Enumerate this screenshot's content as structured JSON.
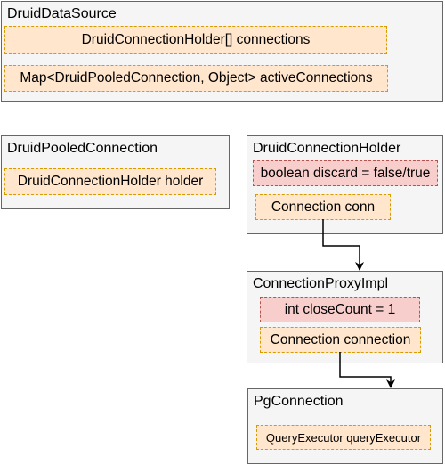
{
  "diagram": {
    "druid_data_source": {
      "title": "DruidDataSource",
      "fields": [
        "DruidConnectionHolder[] connections",
        "Map<DruidPooledConnection, Object> activeConnections"
      ]
    },
    "druid_pooled_connection": {
      "title": "DruidPooledConnection",
      "fields": [
        "DruidConnectionHolder holder"
      ]
    },
    "druid_connection_holder": {
      "title": "DruidConnectionHolder",
      "fields": [
        "boolean discard = false/true",
        "Connection conn"
      ]
    },
    "connection_proxy_impl": {
      "title": "ConnectionProxyImpl",
      "fields": [
        "int closeCount = 1",
        "Connection connection"
      ]
    },
    "pg_connection": {
      "title": "PgConnection",
      "fields": [
        "QueryExecutor queryExecutor"
      ]
    }
  },
  "colors": {
    "container_fill": "#f5f5f5",
    "container_stroke": "#666666",
    "field_fill_orange": "#ffe6cc",
    "field_stroke_orange": "#d79b00",
    "field_fill_red": "#f8cecc",
    "field_stroke_red": "#b85450",
    "arrow": "#000000"
  }
}
